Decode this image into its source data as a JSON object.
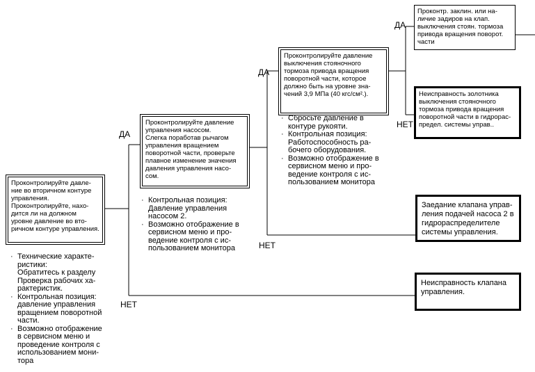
{
  "labels": {
    "yes": "ДА",
    "no": "НЕТ"
  },
  "box_secondary": "Проконтролируйте давле-\nние во вторичном контуре\nуправления.\nПроконтролируйте, нахо-\nдится ли на должном\nуровне давление во вто-\nричном контуре управления.",
  "notes_secondary": [
    "Технические характе-\nристики:\nОбратитесь к разделу\nПроверка рабочих ха-\nрактеристик.",
    "Контрольная позиция:\nдавление управления\nвращением поворотной\nчасти.",
    "Возможно отображение\nв сервисном меню и\nпроведение контроля с\nиспользованием мони-\nтора"
  ],
  "box_pump": "Проконтролируйте давление\nуправления насосом.\nСлегка поработав рычагом\nуправления вращением\nповоротной части, проверьте\nплавное изменение значения\nдавления управления насо-\nсом.",
  "notes_pump": [
    "Контрольная позиция:\nДавление управления\nнасосом 2.",
    "Возможно отображение в\nсервисном меню и про-\nведение контроля с ис-\nпользованием монитора"
  ],
  "box_brake": "Проконтролируйте давление\nвыключения стояночного\nтормоза привода вращения\nповоротной части, которое\nдолжно быть на уровне зна-\nчений 3,9 МПа (40 кгс/см².).",
  "notes_brake": [
    "Сбросьте давление в\nконтуре рукояти.",
    "Контрольная позиция:\nРаботоспособность ра-\nбочего оборудования.",
    "Возможно отображение в\nсервисном меню и про-\nведение контроля с ис-\nпользованием монитора"
  ],
  "result_brake_seize": "Проконтр. заклин. или на-\nличие задиров на клап.\nвыключения стоян. тормоза\nпривода вращения поворот.\nчасти",
  "result_spool": "Неисправность золотника\nвыключения стояночного\nтормоза привода вращения\nповоротной части в гидрорас-\nпредел. системы управ..",
  "result_pump_valve": "Заедание клапана управ-\nления подачей насоса 2 в\nгидрораспределителе\nсистемы управления.",
  "result_control_valve": "Неисправность клапана\nуправления."
}
